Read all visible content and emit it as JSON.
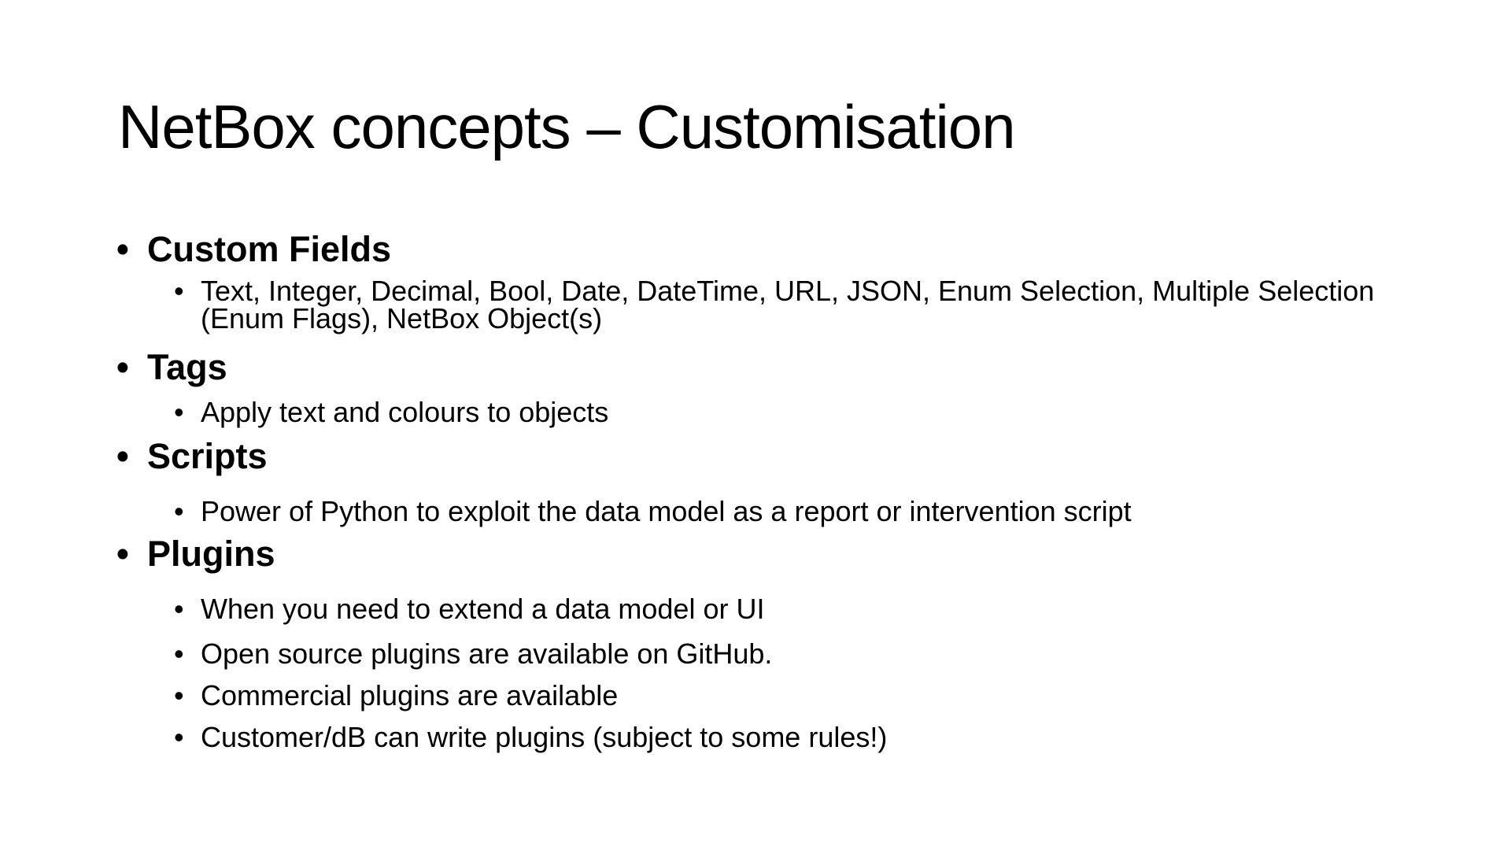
{
  "slide": {
    "title": "NetBox concepts – Customisation",
    "bullet_glyph": "•",
    "colors": {
      "background": "#ffffff",
      "text": "#000000"
    },
    "bullets": [
      {
        "level": 1,
        "bold": true,
        "text": "Custom Fields"
      },
      {
        "level": 2,
        "bold": false,
        "text": "Text, Integer, Decimal, Bool, Date, DateTime, URL, JSON, Enum Selection, Multiple Selection (Enum Flags), NetBox Object(s)"
      },
      {
        "level": 1,
        "bold": true,
        "text": "Tags"
      },
      {
        "level": 2,
        "bold": false,
        "text": "Apply text and colours to objects"
      },
      {
        "level": 1,
        "bold": true,
        "text": "Scripts"
      },
      {
        "level": 2,
        "bold": false,
        "text": "Power of Python to exploit the data model as a report or intervention script"
      },
      {
        "level": 1,
        "bold": true,
        "text": "Plugins"
      },
      {
        "level": 2,
        "bold": false,
        "text": "When you need to extend a data model or UI"
      },
      {
        "level": 2,
        "bold": false,
        "text": "Open source plugins are available on GitHub."
      },
      {
        "level": 2,
        "bold": false,
        "text": "Commercial plugins are available"
      },
      {
        "level": 2,
        "bold": false,
        "text": "Customer/dB can write plugins (subject to some rules!)"
      }
    ]
  }
}
